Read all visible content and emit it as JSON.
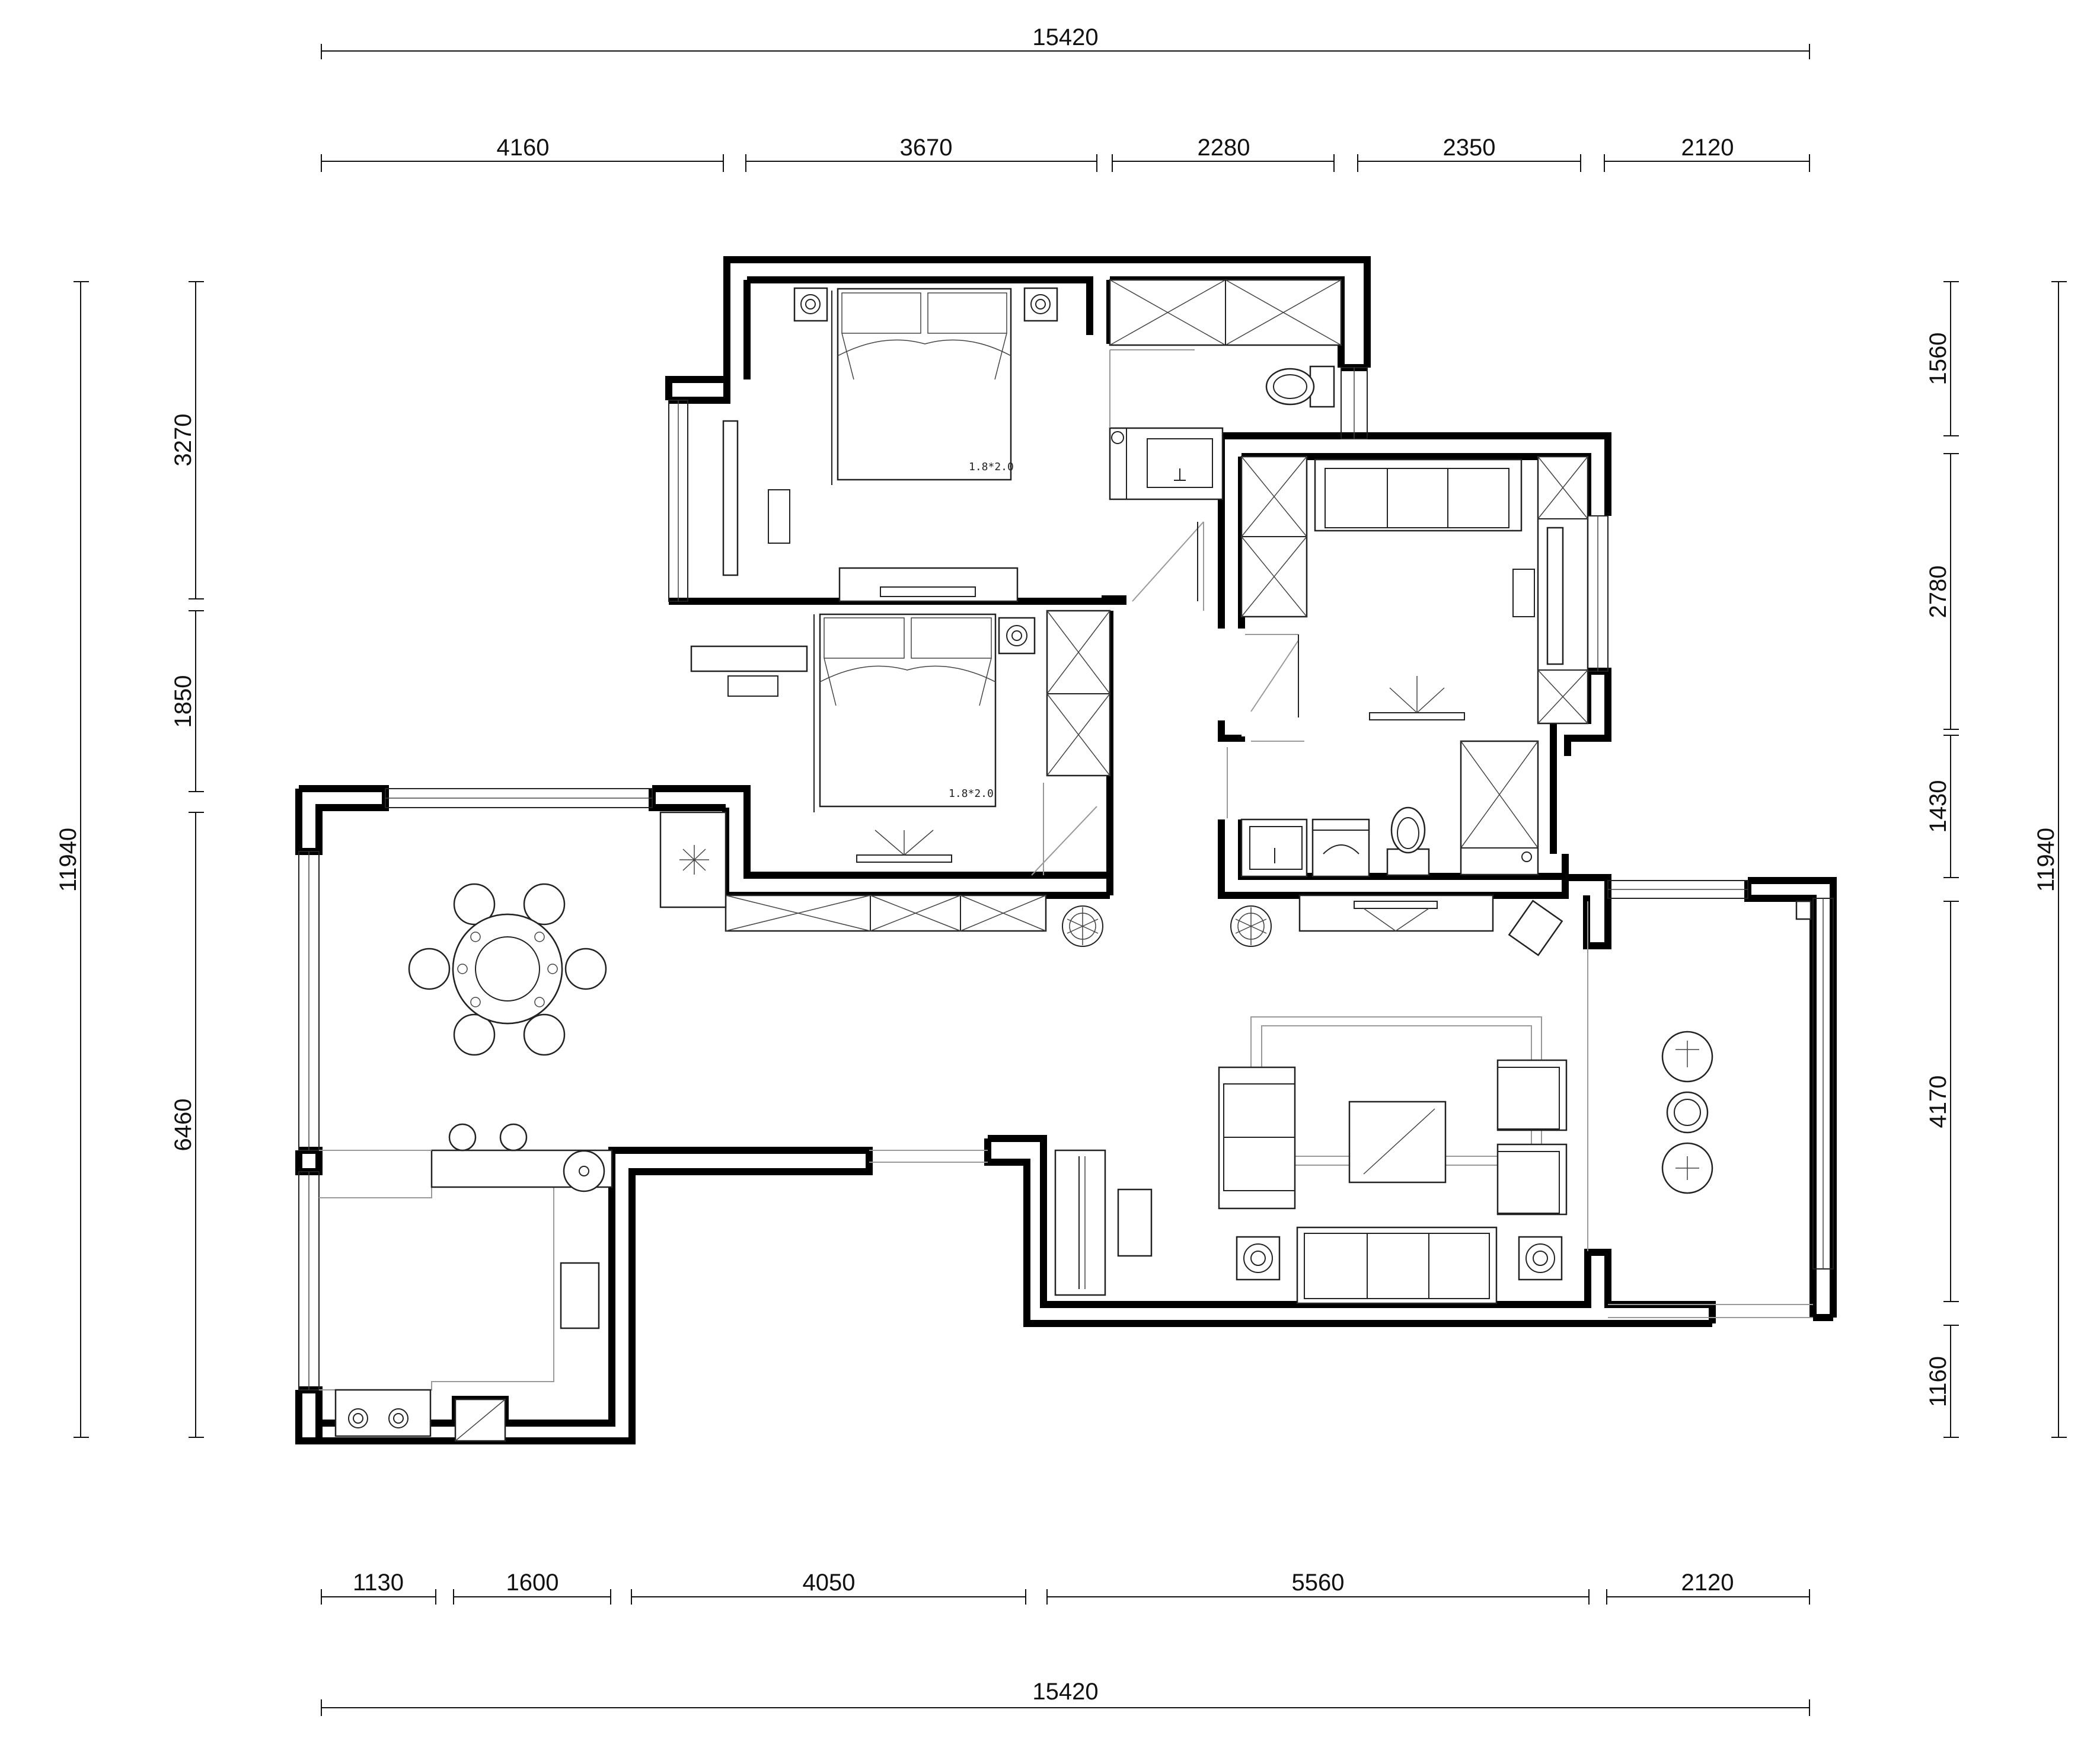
{
  "dimensions": {
    "top_total": "15420",
    "top_segments": [
      "4160",
      "3670",
      "2280",
      "2350",
      "2120"
    ],
    "bottom_segments": [
      "1130",
      "1600",
      "4050",
      "5560",
      "2120"
    ],
    "bottom_total": "15420",
    "left_total": "11940",
    "left_segments": [
      "3270",
      "1850",
      "6460"
    ],
    "right_total": "11940",
    "right_segments": [
      "1560",
      "2780",
      "1430",
      "4170",
      "1160"
    ]
  },
  "labels": {
    "bed_master": "1.8*2.0",
    "bed_second": "1.8*2.0"
  },
  "icons": [
    "bed-icon",
    "toilet-icon",
    "sink-icon",
    "stove-icon",
    "plant-icon",
    "sofa-icon",
    "armchair-icon",
    "dining-table-icon",
    "washing-machine-icon",
    "shower-icon"
  ]
}
